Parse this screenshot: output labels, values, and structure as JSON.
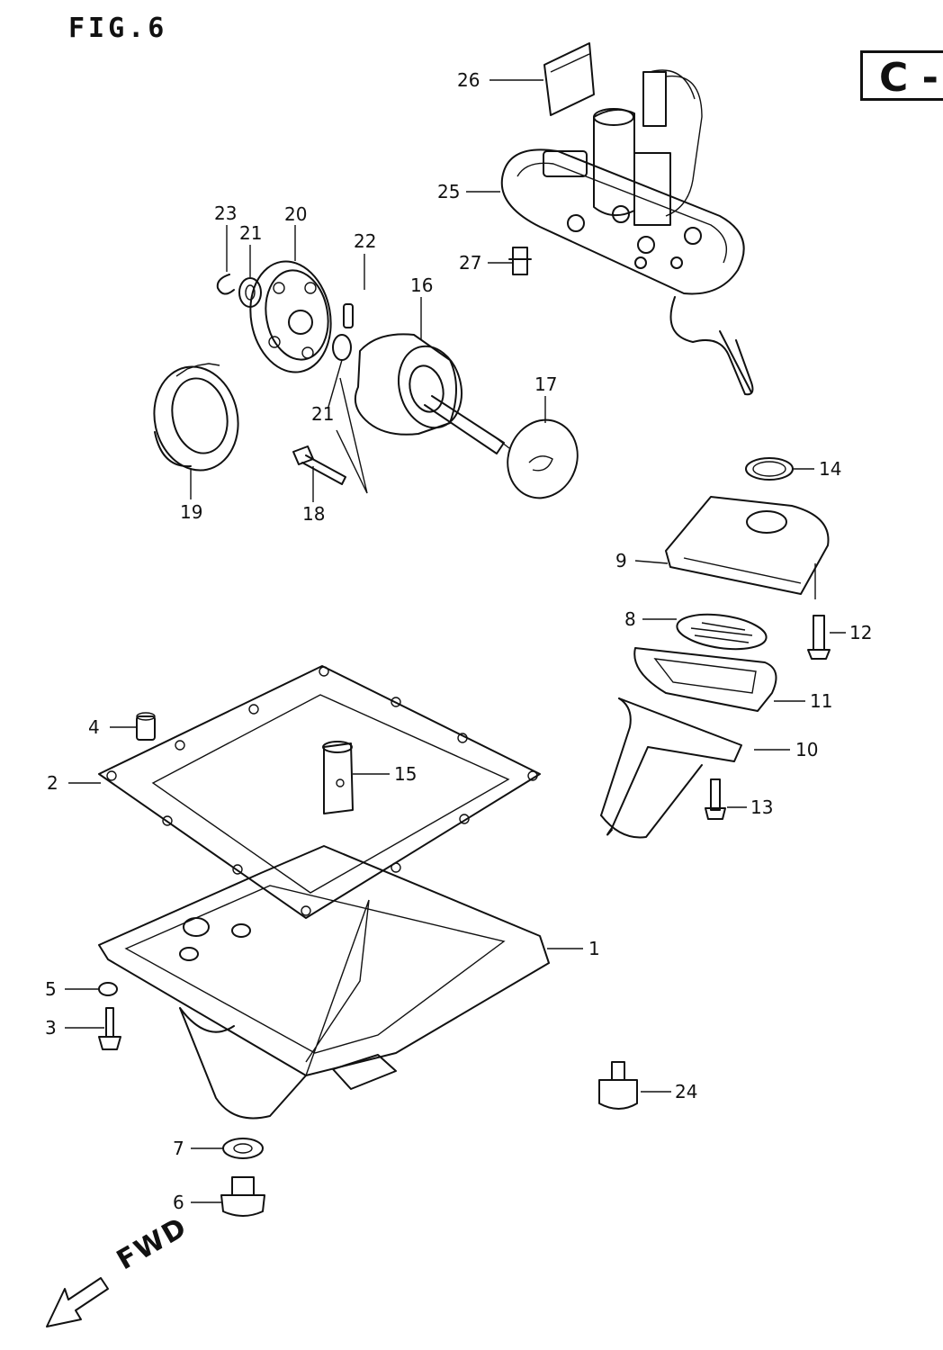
{
  "figure": {
    "title": "FIG.6",
    "section_code": "C -",
    "direction_label": "FWD"
  },
  "callouts": [
    {
      "id": "26",
      "label": "26"
    },
    {
      "id": "25",
      "label": "25"
    },
    {
      "id": "27",
      "label": "27"
    },
    {
      "id": "23",
      "label": "23"
    },
    {
      "id": "21a",
      "label": "21"
    },
    {
      "id": "20",
      "label": "20"
    },
    {
      "id": "22",
      "label": "22"
    },
    {
      "id": "16",
      "label": "16"
    },
    {
      "id": "21b",
      "label": "21"
    },
    {
      "id": "17",
      "label": "17"
    },
    {
      "id": "19",
      "label": "19"
    },
    {
      "id": "18",
      "label": "18"
    },
    {
      "id": "14",
      "label": "14"
    },
    {
      "id": "9",
      "label": "9"
    },
    {
      "id": "8",
      "label": "8"
    },
    {
      "id": "12",
      "label": "12"
    },
    {
      "id": "11",
      "label": "11"
    },
    {
      "id": "10",
      "label": "10"
    },
    {
      "id": "13",
      "label": "13"
    },
    {
      "id": "4",
      "label": "4"
    },
    {
      "id": "2",
      "label": "2"
    },
    {
      "id": "15",
      "label": "15"
    },
    {
      "id": "1",
      "label": "1"
    },
    {
      "id": "5",
      "label": "5"
    },
    {
      "id": "3",
      "label": "3"
    },
    {
      "id": "24",
      "label": "24"
    },
    {
      "id": "7",
      "label": "7"
    },
    {
      "id": "6",
      "label": "6"
    }
  ]
}
